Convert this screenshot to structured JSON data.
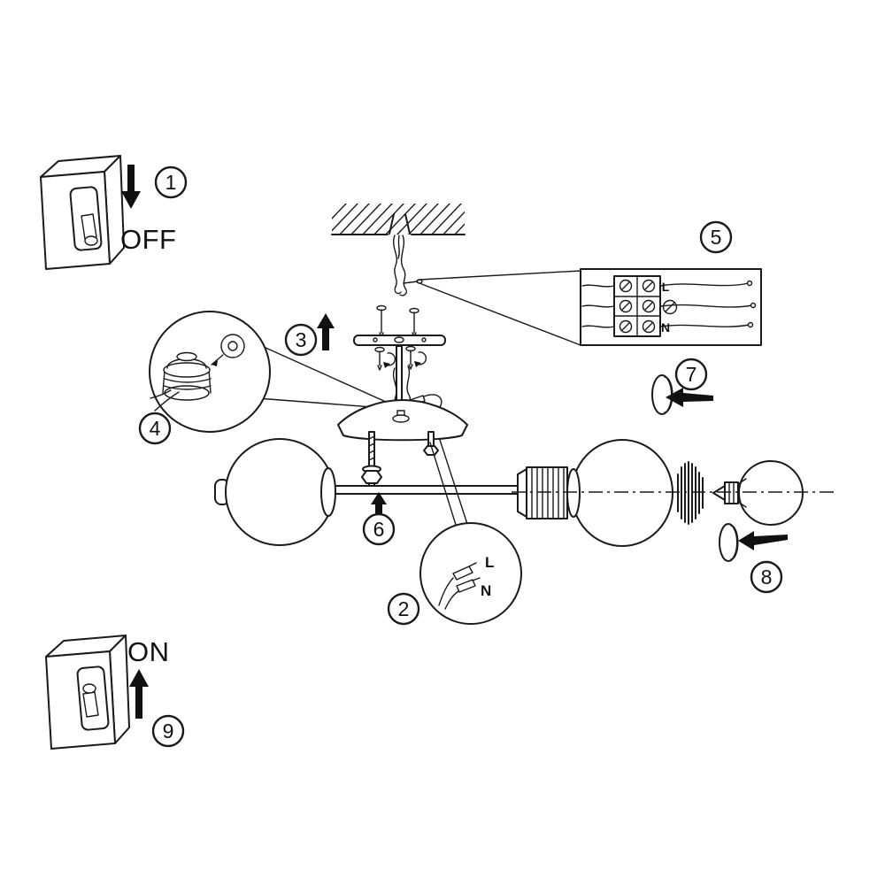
{
  "steps": {
    "s1": {
      "num": "1",
      "caption": "OFF"
    },
    "s2": {
      "num": "2"
    },
    "s3": {
      "num": "3"
    },
    "s4": {
      "num": "4"
    },
    "s5": {
      "num": "5"
    },
    "s6": {
      "num": "6"
    },
    "s7": {
      "num": "7"
    },
    "s8": {
      "num": "8"
    },
    "s9": {
      "num": "9",
      "caption": "ON"
    }
  },
  "labels": {
    "terminal_L": "L",
    "terminal_N": "N",
    "wire_L": "L",
    "wire_N": "N"
  }
}
